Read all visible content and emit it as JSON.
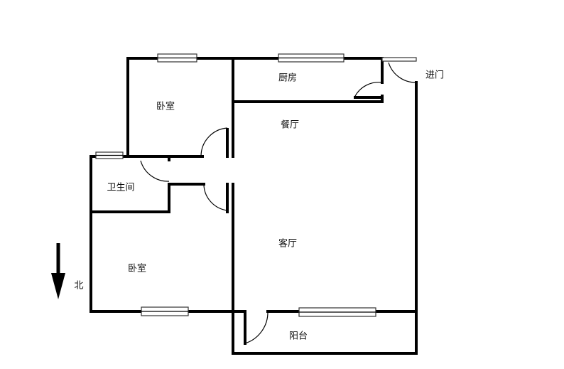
{
  "rooms": {
    "bedroom_north": "卧室",
    "kitchen": "厨房",
    "dining": "餐厅",
    "bathroom": "卫生间",
    "entrance": "进门",
    "living": "客厅",
    "bedroom_south": "卧室",
    "balcony": "阳台"
  },
  "compass": {
    "label": "北",
    "icon": "arrow-down-icon"
  }
}
